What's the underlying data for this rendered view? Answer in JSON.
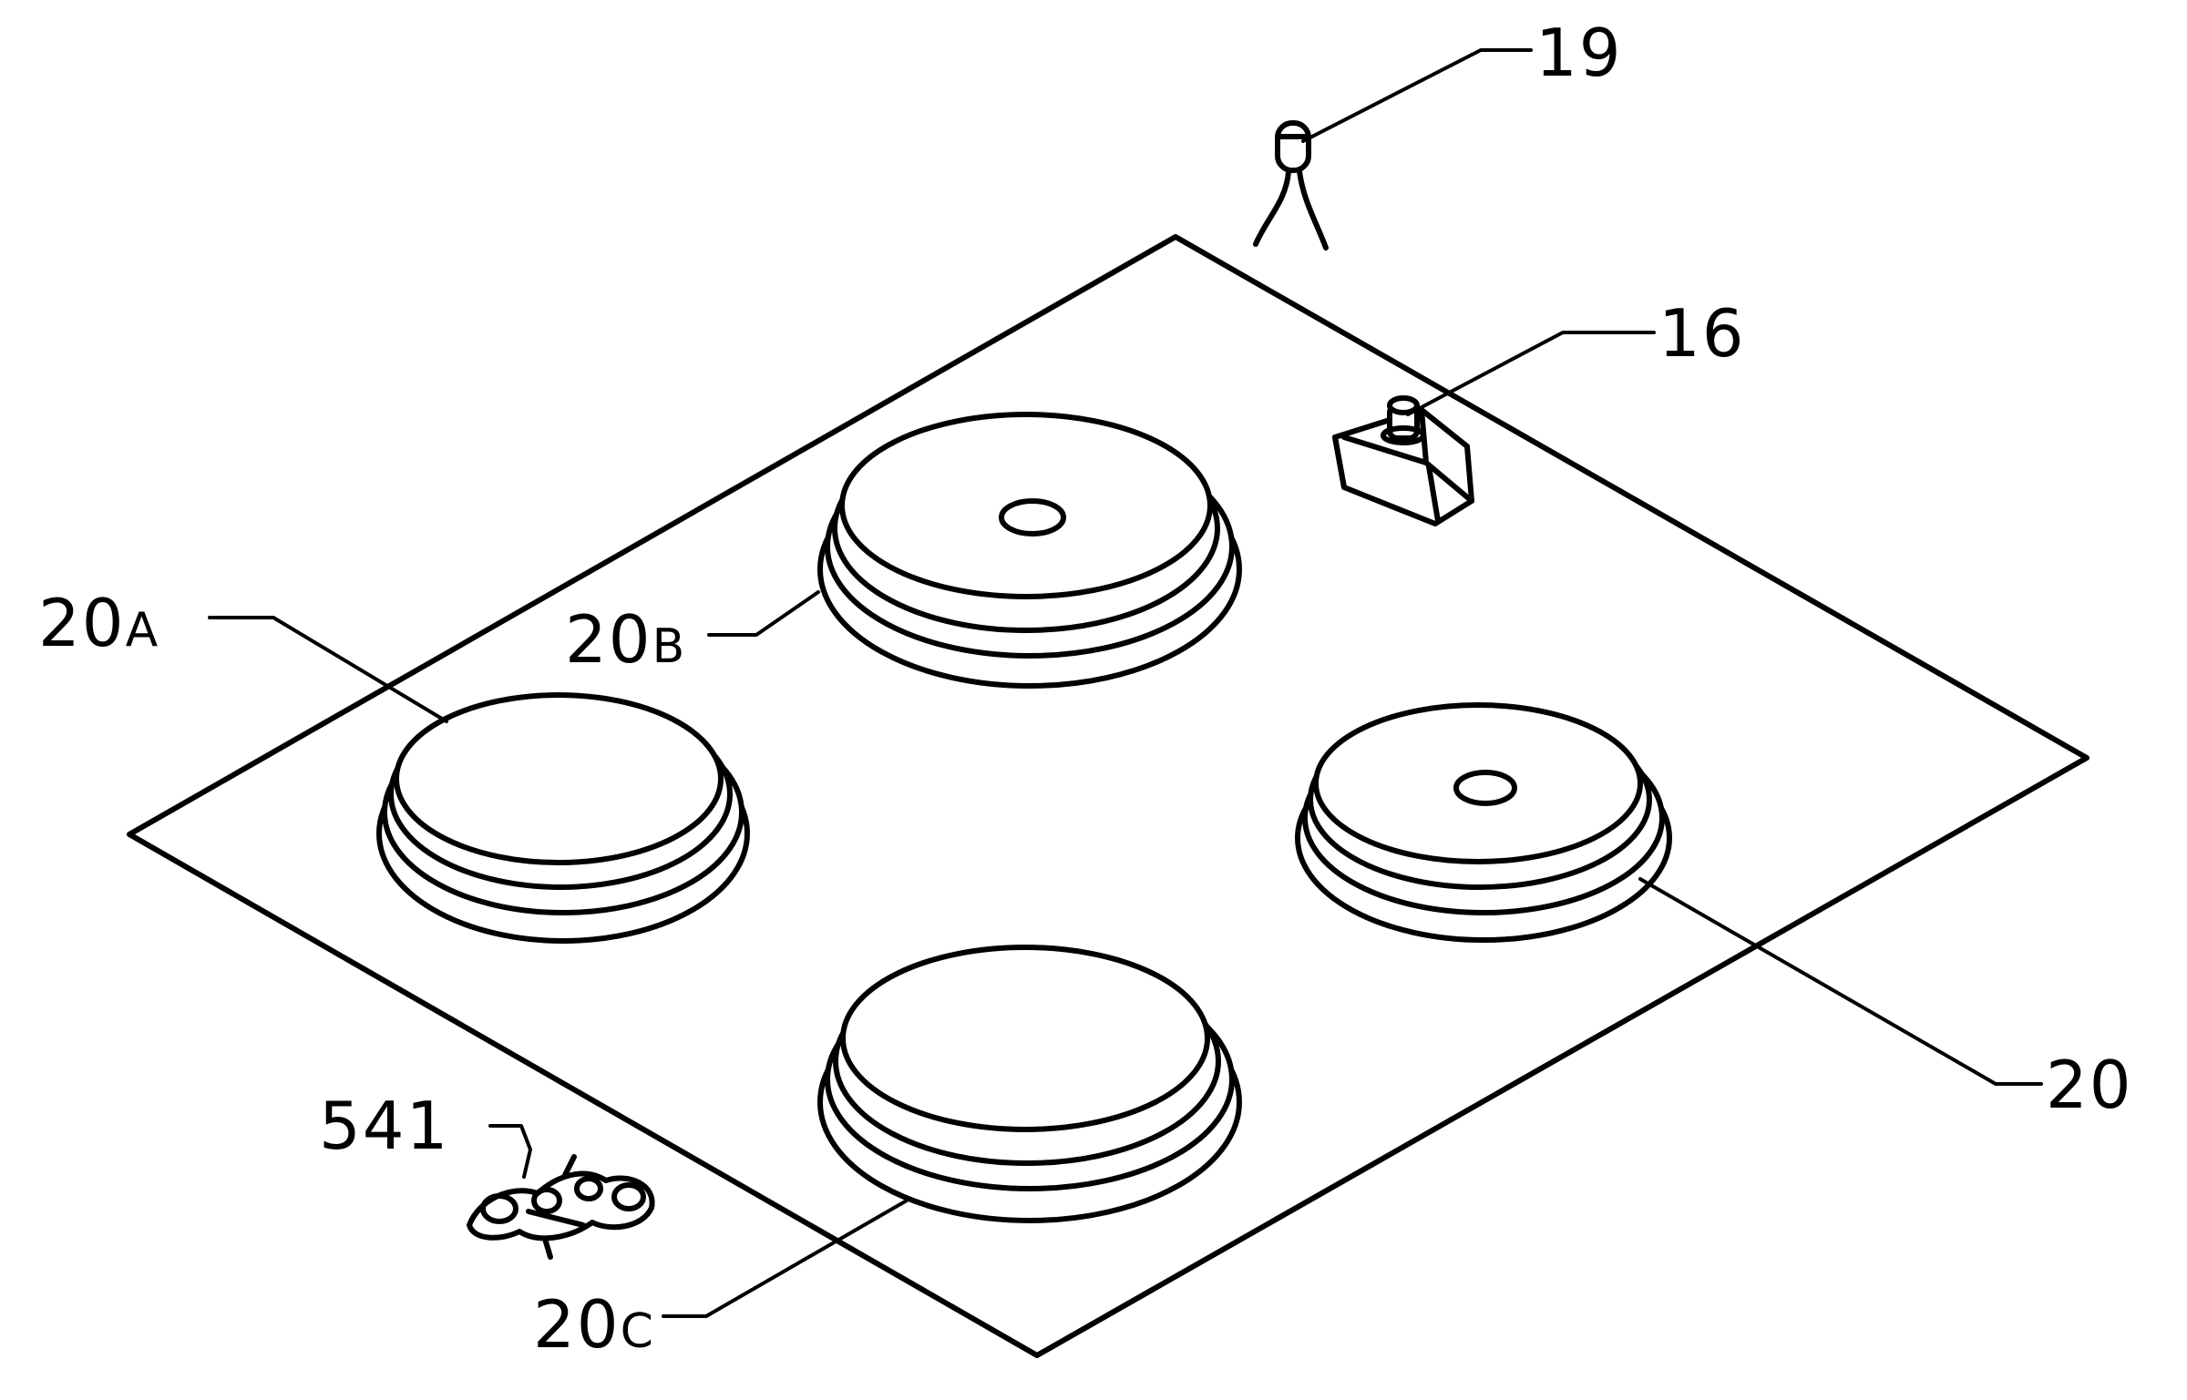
{
  "labels": {
    "l19": {
      "num": "19",
      "suffix": ""
    },
    "l16": {
      "num": "16",
      "suffix": ""
    },
    "l20A": {
      "num": "20",
      "suffix": "A"
    },
    "l20B": {
      "num": "20",
      "suffix": "B"
    },
    "l20": {
      "num": "20",
      "suffix": ""
    },
    "l541": {
      "num": "541",
      "suffix": ""
    },
    "l20C": {
      "num": "20",
      "suffix": "C"
    }
  },
  "colors": {
    "ink": "#000000",
    "paper": "#ffffff"
  }
}
